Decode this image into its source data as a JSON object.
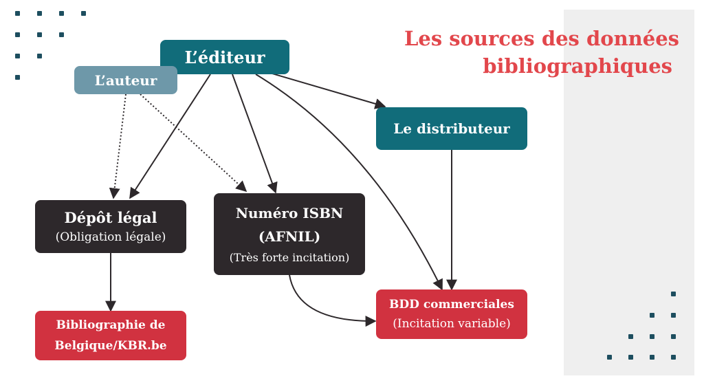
{
  "title": {
    "line1": "Les sources des données",
    "line2": "bibliographiques"
  },
  "nodes": {
    "editeur": {
      "label": "L’éditeur"
    },
    "auteur": {
      "label": "L’auteur"
    },
    "distributeur": {
      "label": "Le distributeur"
    },
    "depot": {
      "label": "Dépôt légal",
      "sublabel": "(Obligation légale)"
    },
    "isbn": {
      "label": "Numéro ISBN",
      "label2": "(AFNIL)",
      "sublabel": "(Très forte incitation)"
    },
    "bibliographie": {
      "label": "Bibliographie de",
      "label2": "Belgique/KBR.be"
    },
    "bdd": {
      "label": "BDD commerciales",
      "sublabel": "(Incitation variable)"
    }
  },
  "colors": {
    "title": "#e2474c",
    "teal": "#116c7a",
    "slate": "#6e98a9",
    "dark": "#2d282b",
    "red": "#d13240",
    "panel": "#efefef",
    "dots": "#1d4e5f"
  }
}
